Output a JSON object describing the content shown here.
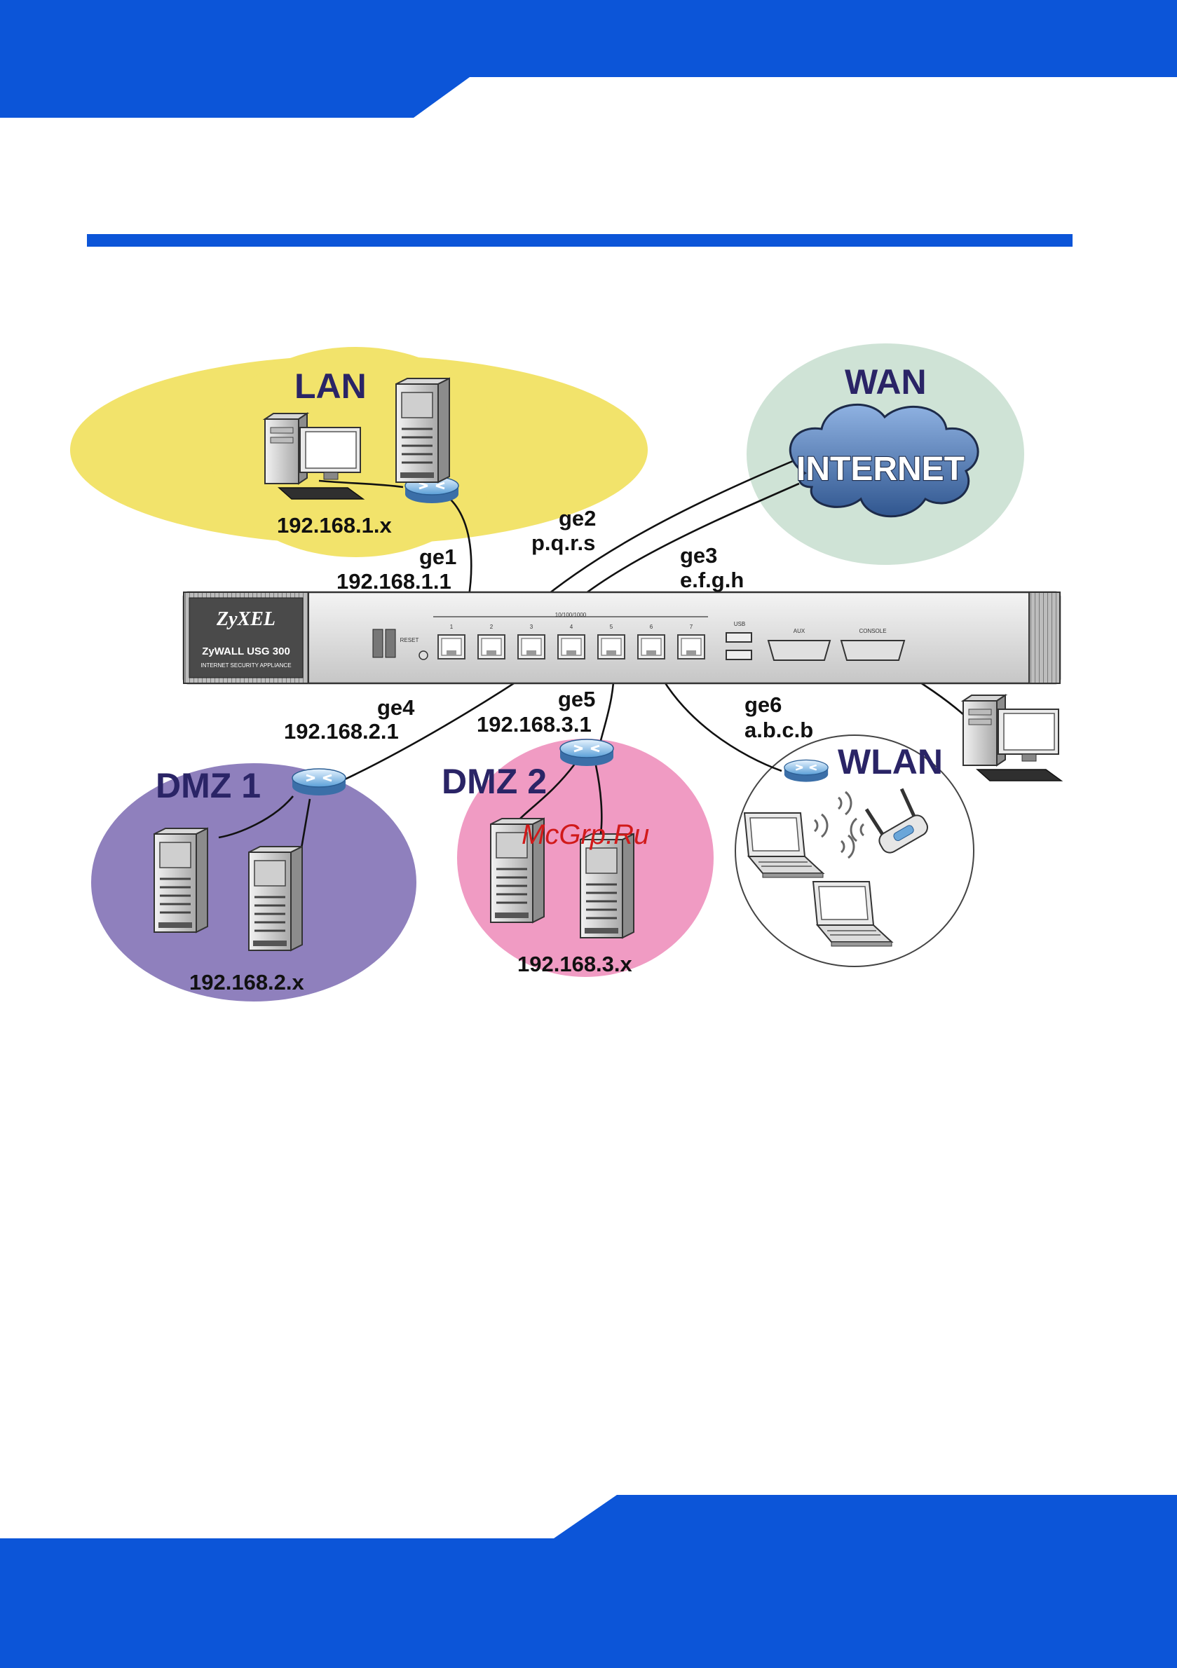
{
  "colors": {
    "brand_blue": "#0c55d8",
    "lan_zone": "#f2e36b",
    "wan_zone": "#cfe3d6",
    "dmz1_zone": "#8f80bd",
    "dmz2_zone": "#f09bc3",
    "wlan_zone": "#ffffff",
    "label_navy": "#2a2466",
    "watermark_red": "#d11a1a"
  },
  "zones": {
    "lan": {
      "title": "LAN",
      "subnet": "192.168.1.x"
    },
    "wan": {
      "title": "WAN",
      "cloud_text": "INTERNET"
    },
    "dmz1": {
      "title": "DMZ 1",
      "subnet": "192.168.2.x"
    },
    "dmz2": {
      "title": "DMZ 2",
      "subnet": "192.168.3.x"
    },
    "wlan": {
      "title": "WLAN"
    }
  },
  "interfaces": {
    "ge1": {
      "name": "ge1",
      "address": "192.168.1.1"
    },
    "ge2": {
      "name": "ge2",
      "address": "p.q.r.s"
    },
    "ge3": {
      "name": "ge3",
      "address": "e.f.g.h"
    },
    "ge4": {
      "name": "ge4",
      "address": "192.168.2.1"
    },
    "ge5": {
      "name": "ge5",
      "address": "192.168.3.1"
    },
    "ge6": {
      "name": "ge6",
      "address": "a.b.c.b"
    }
  },
  "device": {
    "brand": "ZyXEL",
    "model": "ZyWALL USG 300",
    "subtitle": "INTERNET SECURITY APPLIANCE",
    "reset_label": "RESET",
    "port_group_label": "10/100/1000",
    "port_numbers": [
      "1",
      "2",
      "3",
      "4",
      "5",
      "6",
      "7"
    ],
    "usb_label": "USB",
    "aux_label": "AUX",
    "console_label": "CONSOLE"
  },
  "watermark": "McGrp.Ru"
}
